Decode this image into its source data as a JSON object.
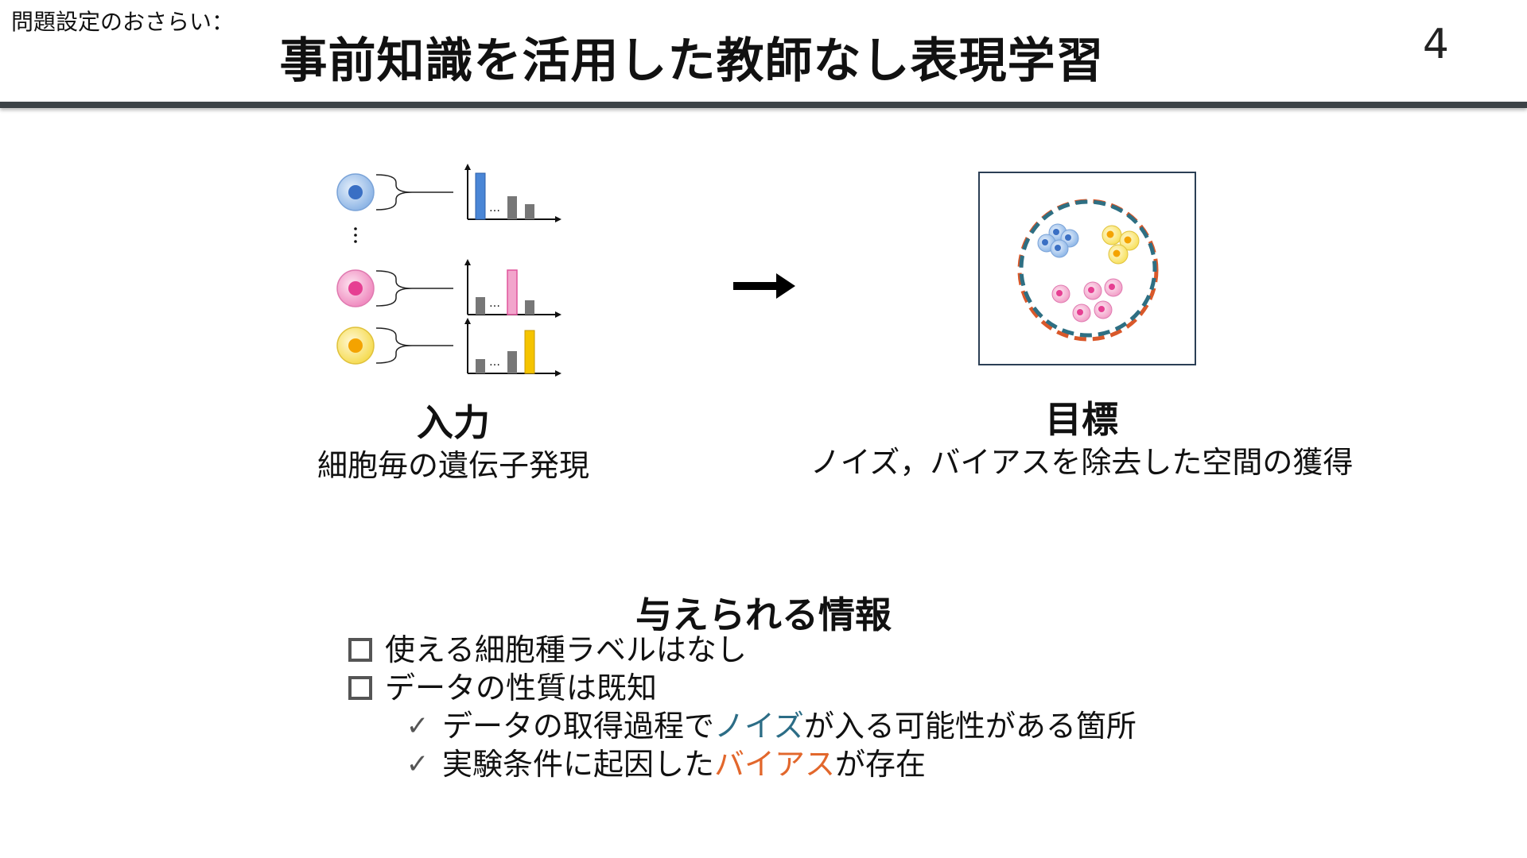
{
  "header": {
    "section_label": "問題設定のおさらい：",
    "title": "事前知識を活用した教師なし表現学習",
    "page_number": "4"
  },
  "colors": {
    "title_rule": "#3d4347",
    "blue_cell": "#4a86d6",
    "pink_cell": "#e84c9a",
    "yellow_cell": "#f5c400",
    "teal_highlight": "#2c6d86",
    "orange_highlight": "#e2672c",
    "bar_gray": "#777777"
  },
  "input": {
    "heading": "入力",
    "description": "細胞毎の遺伝子発現",
    "ellipsis_mark": "…",
    "bar_values": {
      "blue_row": [
        1.0,
        0.5,
        0.33
      ],
      "pink_row": [
        0.4,
        1.0,
        0.33
      ],
      "yellow_row": [
        0.33,
        0.5,
        1.0
      ]
    }
  },
  "target": {
    "heading": "目標",
    "description": "ノイズ，バイアスを除去した空間の獲得"
  },
  "info": {
    "heading": "与えられる情報",
    "items": [
      {
        "text": "使える細胞種ラベルはなし"
      },
      {
        "text": "データの性質は既知"
      }
    ],
    "subitems": [
      {
        "before": "データの取得過程で",
        "highlight": "ノイズ",
        "after": "が入る可能性がある箇所"
      },
      {
        "before": "実験条件に起因した",
        "highlight": "バイアス",
        "after": "が存在"
      }
    ]
  },
  "icons": [
    "checkbox-icon",
    "check-mark-icon",
    "right-arrow-icon",
    "cell-icon",
    "bar-chart-icon"
  ]
}
